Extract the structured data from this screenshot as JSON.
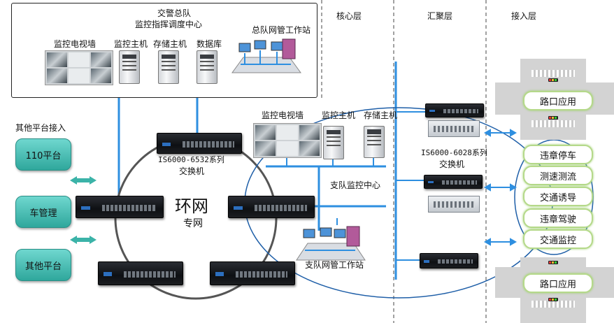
{
  "layers": {
    "core": "核心层",
    "aggregation": "汇聚层",
    "access": "接入层"
  },
  "hq": {
    "title_line1": "交警总队",
    "title_line2": "监控指挥调度中心",
    "video_wall": "监控电视墙",
    "monitor_host": "监控主机",
    "storage_host": "存储主机",
    "database": "数据库",
    "workstation": "总队网管工作站"
  },
  "left": {
    "header": "其他平台接入",
    "buttons": [
      "110平台",
      "车管理",
      "其他平台"
    ]
  },
  "ring": {
    "label_big": "环网",
    "label_small": "专网",
    "switch_model_line1": "IS6000-6532系列",
    "switch_model_line2": "交换机"
  },
  "branch": {
    "video_wall": "监控电视墙",
    "monitor_host": "监控主机",
    "storage_host": "存储主机",
    "center": "支队监控中心",
    "workstation": "支队网管工作站"
  },
  "aggregation": {
    "switch_model_line1": "IS6000-6028系列",
    "switch_model_line2": "交换机"
  },
  "access": {
    "junction_top": "路口应用",
    "junction_bottom": "路口应用",
    "apps": [
      "违章停车",
      "测速测流",
      "交通诱导",
      "违章驾驶",
      "交通监控"
    ]
  },
  "colors": {
    "line_blue": "#2e8fe0",
    "teal": "#3bb3a8",
    "pill_border": "#b5d98a"
  }
}
